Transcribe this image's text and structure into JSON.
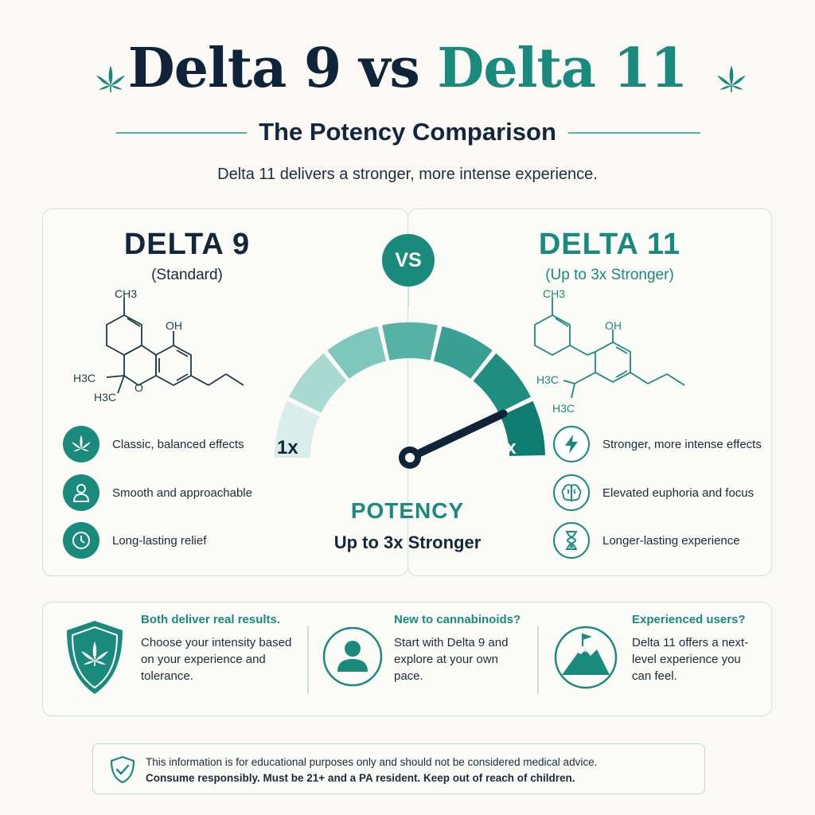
{
  "header": {
    "title_left": "Delta 9",
    "title_vs": "vs",
    "title_right": "Delta 11",
    "subtitle": "The Potency Comparison",
    "tagline": "Delta 11 delivers a stronger, more intense experience."
  },
  "left": {
    "name": "DELTA 9",
    "descriptor": "(Standard)",
    "molecule": {
      "ch3_top": "CH3",
      "oh": "OH",
      "h3c_a": "H3C",
      "h3c_b": "H3C",
      "o": "O"
    },
    "features": [
      {
        "icon": "cannabis-leaf-icon",
        "label": "Classic, balanced effects"
      },
      {
        "icon": "person-icon",
        "label": "Smooth and approachable"
      },
      {
        "icon": "clock-icon",
        "label": "Long-lasting relief"
      }
    ]
  },
  "right": {
    "name": "DELTA 11",
    "descriptor": "(Up to 3x Stronger)",
    "molecule": {
      "ch3_top": "CH3",
      "oh": "OH",
      "h3c_a": "H3C",
      "h3c_b": "H3C"
    },
    "features": [
      {
        "icon": "lightning-icon",
        "label": "Stronger, more intense effects"
      },
      {
        "icon": "brain-icon",
        "label": "Elevated euphoria and focus"
      },
      {
        "icon": "hourglass-icon",
        "label": "Longer-lasting experience"
      }
    ]
  },
  "vs_badge": "VS",
  "gauge": {
    "min_label": "1x",
    "max_label": "3x",
    "label": "POTENCY",
    "sublabel": "Up to 3x Stronger",
    "needle_fraction": 0.86,
    "segment_colors": [
      "#d9eeea",
      "#a9dad2",
      "#7fc7bc",
      "#55b2a5",
      "#38a093",
      "#1f8e81",
      "#0e7c70"
    ]
  },
  "cards": [
    {
      "icon": "shield-leaf-icon",
      "heading": "Both deliver real results.",
      "text": "Choose your intensity based on your experience and tolerance."
    },
    {
      "icon": "person-icon",
      "heading": "New to cannabinoids?",
      "text": "Start with Delta 9 and explore at your own pace."
    },
    {
      "icon": "mountain-flag-icon",
      "heading": "Experienced users?",
      "text": "Delta 11 offers a next-level experience you can feel."
    }
  ],
  "disclaimer": {
    "line1": "This information is for educational purposes only and should not be considered medical advice.",
    "line2": "Consume responsibly. Must be 21+ and a PA resident. Keep out of reach of children."
  },
  "colors": {
    "accent": "#1a8a7d",
    "navy": "#0f2438",
    "border": "#cfe3de"
  }
}
